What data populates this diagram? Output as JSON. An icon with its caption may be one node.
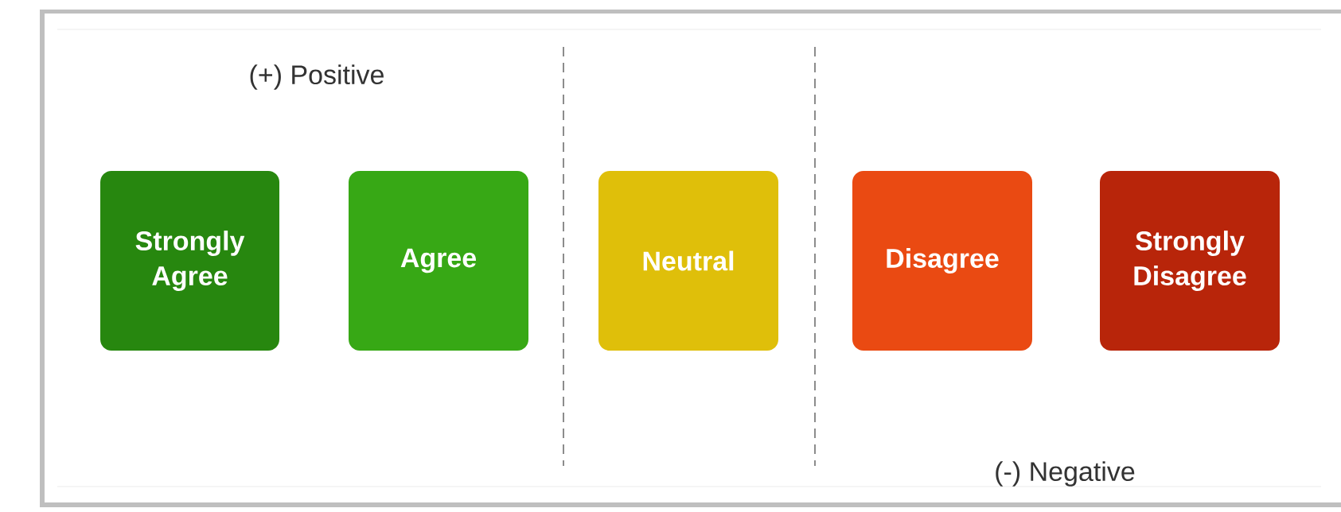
{
  "diagram": {
    "nodes": [
      {
        "text": [
          "Strongly Agree"
        ]
      },
      {
        "text": [
          "Agree"
        ]
      },
      {
        "text": [
          "Neutral"
        ]
      },
      {
        "text": [
          "Disagree"
        ]
      },
      {
        "text": [
          "Strongly Disagree"
        ]
      }
    ],
    "labels": [
      "(+) Positive",
      "(-) Negative"
    ]
  }
}
